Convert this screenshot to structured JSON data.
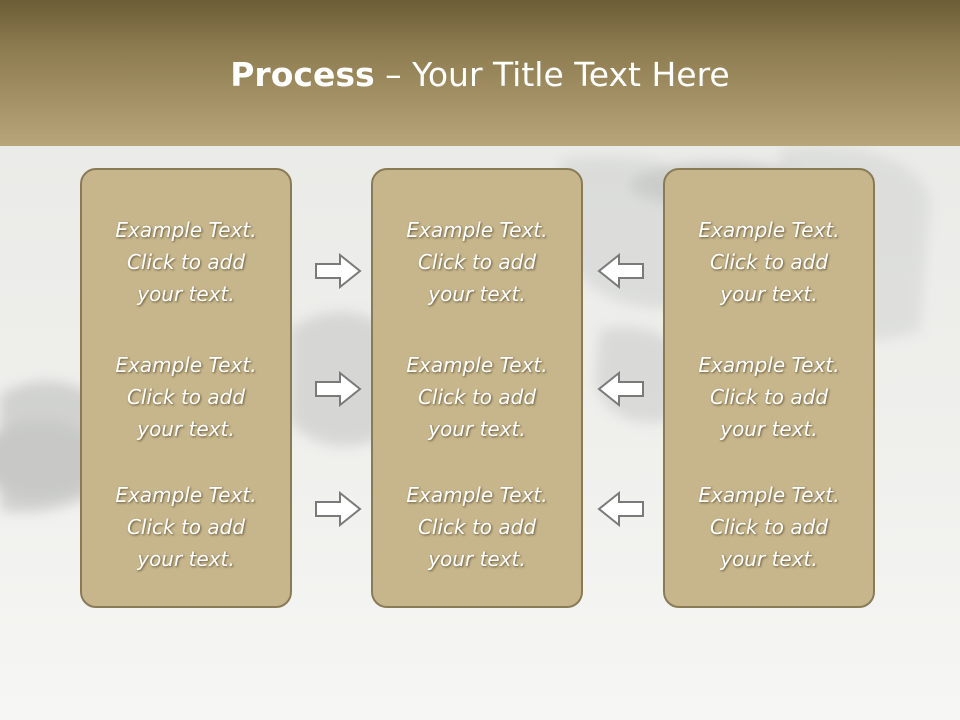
{
  "title": {
    "bold": "Process",
    "rest": " – Your Title Text Here"
  },
  "panels": [
    {
      "items": [
        {
          "line1": "Example Text.",
          "line2": "Click  to add",
          "line3": "your text."
        },
        {
          "line1": "Example Text.",
          "line2": "Click  to add",
          "line3": "your text."
        },
        {
          "line1": "Example Text.",
          "line2": "Click  to add",
          "line3": "your text."
        }
      ]
    },
    {
      "items": [
        {
          "line1": "Example Text.",
          "line2": "Click  to add",
          "line3": "your text."
        },
        {
          "line1": "Example Text.",
          "line2": "Click  to add",
          "line3": "your text."
        },
        {
          "line1": "Example Text.",
          "line2": "Click  to add",
          "line3": "your text."
        }
      ]
    },
    {
      "items": [
        {
          "line1": "Example Text.",
          "line2": "Click  to add",
          "line3": "your text."
        },
        {
          "line1": "Example Text.",
          "line2": "Click  to add",
          "line3": "your text."
        },
        {
          "line1": "Example Text.",
          "line2": "Click  to add",
          "line3": "your text."
        }
      ]
    }
  ],
  "arrows": {
    "left_column": "right-arrow-icon",
    "right_column": "left-arrow-icon"
  },
  "colors": {
    "header": "#8f7d52",
    "panel_fill": "#c7b68c",
    "panel_border": "#8a7b57",
    "text": "#ffffff"
  }
}
